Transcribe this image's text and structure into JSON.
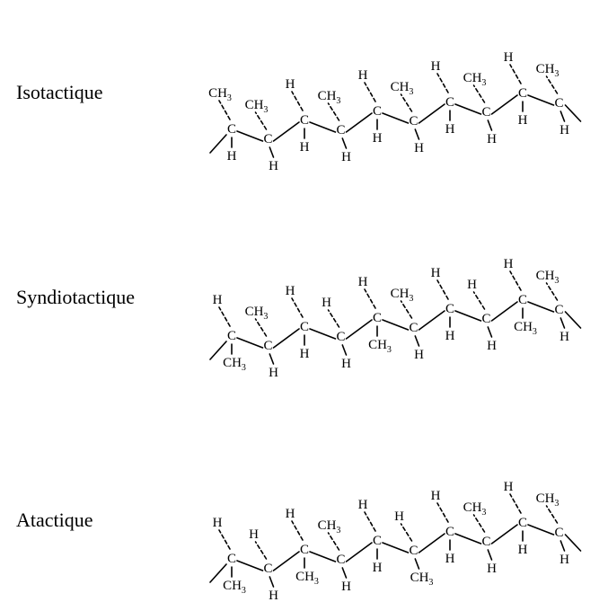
{
  "rows": [
    {
      "label": "Isotactique",
      "atoms": [
        {
          "el": "C",
          "up": "CH3",
          "down": "H"
        },
        {
          "el": "C",
          "up": "CH3",
          "down": "H"
        },
        {
          "el": "C",
          "up": "H",
          "down": "H"
        },
        {
          "el": "C",
          "up": "CH3",
          "down": "H"
        },
        {
          "el": "C",
          "up": "H",
          "down": "H"
        },
        {
          "el": "C",
          "up": "CH3",
          "down": "H"
        },
        {
          "el": "C",
          "up": "H",
          "down": "H"
        },
        {
          "el": "C",
          "up": "CH3",
          "down": "H"
        },
        {
          "el": "C",
          "up": "H",
          "down": "H"
        },
        {
          "el": "C",
          "up": "CH3",
          "down": "H"
        }
      ]
    },
    {
      "label": "Syndiotactique",
      "atoms": [
        {
          "el": "C",
          "up": "H",
          "down": "CH3"
        },
        {
          "el": "C",
          "up": "CH3",
          "down": "H"
        },
        {
          "el": "C",
          "up": "H",
          "down": "H"
        },
        {
          "el": "C",
          "up": "H",
          "down": "H"
        },
        {
          "el": "C",
          "up": "H",
          "down": "CH3"
        },
        {
          "el": "C",
          "up": "CH3",
          "down": "H"
        },
        {
          "el": "C",
          "up": "H",
          "down": "H"
        },
        {
          "el": "C",
          "up": "H",
          "down": "H"
        },
        {
          "el": "C",
          "up": "H",
          "down": "CH3"
        },
        {
          "el": "C",
          "up": "CH3",
          "down": "H"
        }
      ]
    },
    {
      "label": "Atactique",
      "atoms": [
        {
          "el": "C",
          "up": "H",
          "down": "CH3"
        },
        {
          "el": "C",
          "up": "H",
          "down": "H"
        },
        {
          "el": "C",
          "up": "H",
          "down": "CH3"
        },
        {
          "el": "C",
          "up": "CH3",
          "down": "H"
        },
        {
          "el": "C",
          "up": "H",
          "down": "H"
        },
        {
          "el": "C",
          "up": "H",
          "down": "CH3"
        },
        {
          "el": "C",
          "up": "H",
          "down": "H"
        },
        {
          "el": "C",
          "up": "CH3",
          "down": "H"
        },
        {
          "el": "C",
          "up": "H",
          "down": "H"
        },
        {
          "el": "C",
          "up": "CH3",
          "down": "H"
        }
      ]
    }
  ]
}
